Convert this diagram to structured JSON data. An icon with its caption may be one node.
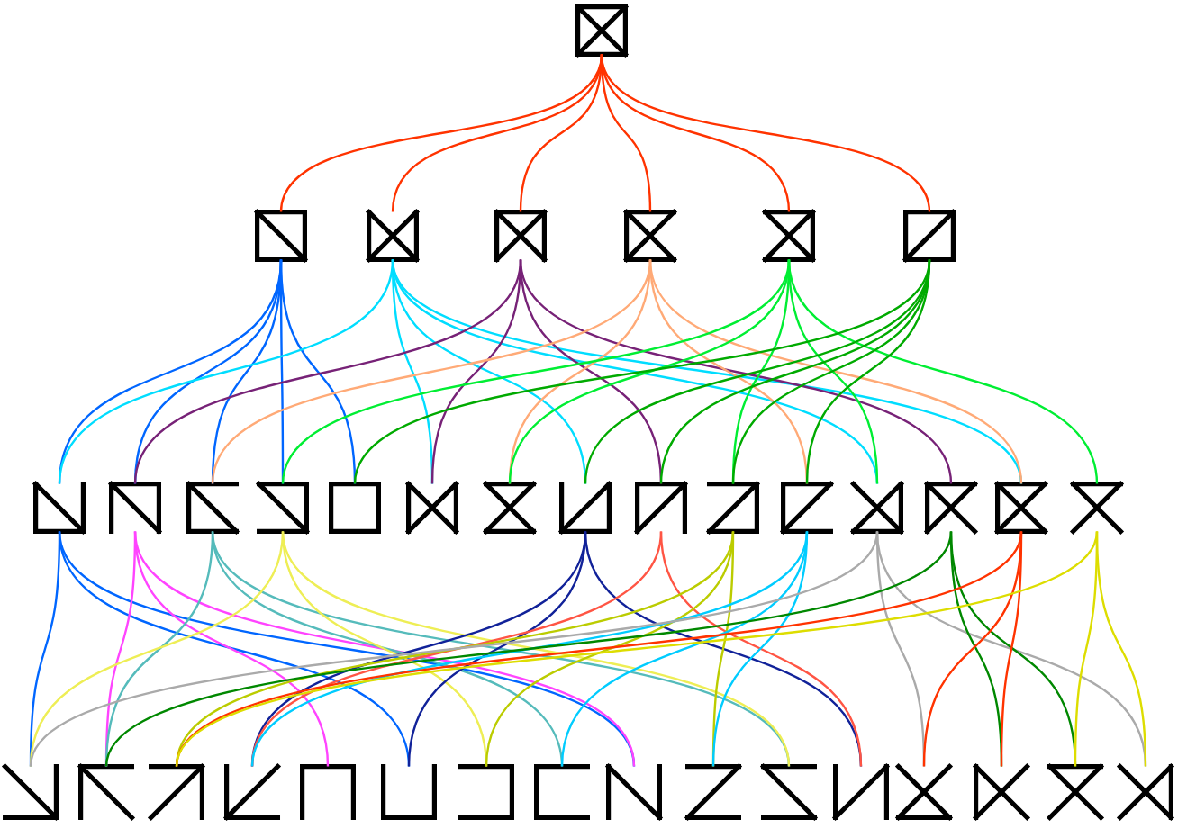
{
  "diagram": {
    "nodes": [
      {
        "text": [],
        "shape": "glyph"
      },
      {
        "text": [],
        "shape": "glyph"
      },
      {
        "text": [],
        "shape": "glyph"
      },
      {
        "text": [],
        "shape": "glyph"
      },
      {
        "text": [],
        "shape": "glyph"
      },
      {
        "text": [],
        "shape": "glyph"
      },
      {
        "text": [],
        "shape": "glyph"
      },
      {
        "text": [],
        "shape": "glyph"
      },
      {
        "text": [],
        "shape": "glyph"
      },
      {
        "text": [],
        "shape": "glyph"
      },
      {
        "text": [],
        "shape": "glyph"
      },
      {
        "text": [],
        "shape": "glyph"
      },
      {
        "text": [],
        "shape": "glyph"
      },
      {
        "text": [],
        "shape": "glyph"
      },
      {
        "text": [],
        "shape": "glyph"
      },
      {
        "text": [],
        "shape": "glyph"
      },
      {
        "text": [],
        "shape": "glyph"
      },
      {
        "text": [],
        "shape": "glyph"
      },
      {
        "text": [],
        "shape": "glyph"
      },
      {
        "text": [],
        "shape": "glyph"
      },
      {
        "text": [],
        "shape": "glyph"
      },
      {
        "text": [],
        "shape": "glyph"
      },
      {
        "text": [],
        "shape": "glyph"
      },
      {
        "text": [],
        "shape": "glyph"
      },
      {
        "text": [],
        "shape": "glyph"
      },
      {
        "text": [],
        "shape": "glyph"
      },
      {
        "text": [],
        "shape": "glyph"
      },
      {
        "text": [],
        "shape": "glyph"
      },
      {
        "text": [],
        "shape": "glyph"
      },
      {
        "text": [],
        "shape": "glyph"
      },
      {
        "text": [],
        "shape": "glyph"
      },
      {
        "text": [],
        "shape": "glyph"
      },
      {
        "text": [],
        "shape": "glyph"
      },
      {
        "text": [],
        "shape": "glyph"
      },
      {
        "text": [],
        "shape": "glyph"
      },
      {
        "text": [],
        "shape": "glyph"
      },
      {
        "text": [],
        "shape": "glyph"
      },
      {
        "text": [],
        "shape": "glyph"
      }
    ],
    "edges": [
      {
        "from": 0,
        "to": 1,
        "arrow": "none",
        "color": "#ff3300"
      },
      {
        "from": 0,
        "to": 2,
        "arrow": "none",
        "color": "#ff3300"
      },
      {
        "from": 0,
        "to": 3,
        "arrow": "none",
        "color": "#ff3300"
      },
      {
        "from": 0,
        "to": 4,
        "arrow": "none",
        "color": "#ff3300"
      },
      {
        "from": 0,
        "to": 5,
        "arrow": "none",
        "color": "#ff3300"
      },
      {
        "from": 0,
        "to": 6,
        "arrow": "none",
        "color": "#ff3300"
      },
      {
        "from": 1,
        "to": 7,
        "arrow": "none",
        "color": "#0066ff"
      },
      {
        "from": 1,
        "to": 8,
        "arrow": "none",
        "color": "#0066ff"
      },
      {
        "from": 1,
        "to": 9,
        "arrow": "none",
        "color": "#0066ff"
      },
      {
        "from": 1,
        "to": 10,
        "arrow": "none",
        "color": "#0066ff"
      },
      {
        "from": 1,
        "to": 11,
        "arrow": "none",
        "color": "#0066ff"
      },
      {
        "from": 2,
        "to": 7,
        "arrow": "none",
        "color": "#00ddff"
      },
      {
        "from": 2,
        "to": 12,
        "arrow": "none",
        "color": "#00ddff"
      },
      {
        "from": 2,
        "to": 14,
        "arrow": "none",
        "color": "#00ddff"
      },
      {
        "from": 2,
        "to": 18,
        "arrow": "none",
        "color": "#00ddff"
      },
      {
        "from": 2,
        "to": 20,
        "arrow": "none",
        "color": "#00ddff"
      },
      {
        "from": 3,
        "to": 8,
        "arrow": "none",
        "color": "#772277"
      },
      {
        "from": 3,
        "to": 12,
        "arrow": "none",
        "color": "#772277"
      },
      {
        "from": 3,
        "to": 15,
        "arrow": "none",
        "color": "#772277"
      },
      {
        "from": 3,
        "to": 19,
        "arrow": "none",
        "color": "#772277"
      },
      {
        "from": 4,
        "to": 9,
        "arrow": "none",
        "color": "#ffaa77"
      },
      {
        "from": 4,
        "to": 13,
        "arrow": "none",
        "color": "#ffaa77"
      },
      {
        "from": 4,
        "to": 17,
        "arrow": "none",
        "color": "#ffaa77"
      },
      {
        "from": 4,
        "to": 20,
        "arrow": "none",
        "color": "#ffaa77"
      },
      {
        "from": 5,
        "to": 10,
        "arrow": "none",
        "color": "#00ee33"
      },
      {
        "from": 5,
        "to": 13,
        "arrow": "none",
        "color": "#00ee33"
      },
      {
        "from": 5,
        "to": 16,
        "arrow": "none",
        "color": "#00ee33"
      },
      {
        "from": 5,
        "to": 18,
        "arrow": "none",
        "color": "#00ee33"
      },
      {
        "from": 5,
        "to": 21,
        "arrow": "none",
        "color": "#00ee33"
      },
      {
        "from": 6,
        "to": 11,
        "arrow": "none",
        "color": "#00aa00"
      },
      {
        "from": 6,
        "to": 14,
        "arrow": "none",
        "color": "#00aa00"
      },
      {
        "from": 6,
        "to": 15,
        "arrow": "none",
        "color": "#00aa00"
      },
      {
        "from": 6,
        "to": 16,
        "arrow": "none",
        "color": "#00aa00"
      },
      {
        "from": 6,
        "to": 17,
        "arrow": "none",
        "color": "#00aa00"
      },
      {
        "from": 7,
        "to": 22,
        "arrow": "none",
        "color": "#0066ff"
      },
      {
        "from": 7,
        "to": 27,
        "arrow": "none",
        "color": "#0066ff"
      },
      {
        "from": 7,
        "to": 30,
        "arrow": "none",
        "color": "#0066ff"
      },
      {
        "from": 8,
        "to": 23,
        "arrow": "none",
        "color": "#ff44ff"
      },
      {
        "from": 8,
        "to": 26,
        "arrow": "none",
        "color": "#ff44ff"
      },
      {
        "from": 8,
        "to": 30,
        "arrow": "none",
        "color": "#ff44ff"
      },
      {
        "from": 9,
        "to": 23,
        "arrow": "none",
        "color": "#55bbbb"
      },
      {
        "from": 9,
        "to": 29,
        "arrow": "none",
        "color": "#55bbbb"
      },
      {
        "from": 9,
        "to": 32,
        "arrow": "none",
        "color": "#55bbbb"
      },
      {
        "from": 10,
        "to": 22,
        "arrow": "none",
        "color": "#eeee55"
      },
      {
        "from": 10,
        "to": 28,
        "arrow": "none",
        "color": "#eeee55"
      },
      {
        "from": 10,
        "to": 32,
        "arrow": "none",
        "color": "#eeee55"
      },
      {
        "from": 14,
        "to": 25,
        "arrow": "none",
        "color": "#112299"
      },
      {
        "from": 14,
        "to": 27,
        "arrow": "none",
        "color": "#112299"
      },
      {
        "from": 14,
        "to": 33,
        "arrow": "none",
        "color": "#112299"
      },
      {
        "from": 15,
        "to": 25,
        "arrow": "none",
        "color": "#ff5544"
      },
      {
        "from": 15,
        "to": 33,
        "arrow": "none",
        "color": "#ff5544"
      },
      {
        "from": 16,
        "to": 24,
        "arrow": "none",
        "color": "#bbcc00"
      },
      {
        "from": 16,
        "to": 28,
        "arrow": "none",
        "color": "#bbcc00"
      },
      {
        "from": 16,
        "to": 31,
        "arrow": "none",
        "color": "#bbcc00"
      },
      {
        "from": 17,
        "to": 25,
        "arrow": "none",
        "color": "#00ccff"
      },
      {
        "from": 17,
        "to": 29,
        "arrow": "none",
        "color": "#00ccff"
      },
      {
        "from": 17,
        "to": 31,
        "arrow": "none",
        "color": "#00ccff"
      },
      {
        "from": 18,
        "to": 22,
        "arrow": "none",
        "color": "#aaaaaa"
      },
      {
        "from": 18,
        "to": 34,
        "arrow": "none",
        "color": "#aaaaaa"
      },
      {
        "from": 18,
        "to": 37,
        "arrow": "none",
        "color": "#aaaaaa"
      },
      {
        "from": 19,
        "to": 23,
        "arrow": "none",
        "color": "#008800"
      },
      {
        "from": 19,
        "to": 35,
        "arrow": "none",
        "color": "#008800"
      },
      {
        "from": 19,
        "to": 36,
        "arrow": "none",
        "color": "#008800"
      },
      {
        "from": 20,
        "to": 24,
        "arrow": "none",
        "color": "#ff3300"
      },
      {
        "from": 20,
        "to": 34,
        "arrow": "none",
        "color": "#ff3300"
      },
      {
        "from": 20,
        "to": 35,
        "arrow": "none",
        "color": "#ff3300"
      },
      {
        "from": 21,
        "to": 24,
        "arrow": "none",
        "color": "#dddd00"
      },
      {
        "from": 21,
        "to": 36,
        "arrow": "none",
        "color": "#dddd00"
      },
      {
        "from": 21,
        "to": 37,
        "arrow": "none",
        "color": "#dddd00"
      }
    ]
  }
}
